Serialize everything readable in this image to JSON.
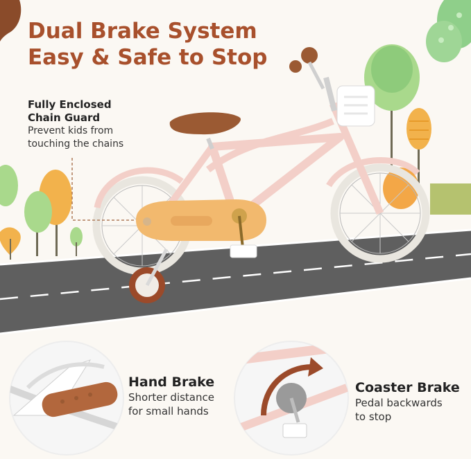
{
  "headline": {
    "line1": "Dual Brake System",
    "line2": "Easy & Safe to Stop",
    "color": "#a8502c"
  },
  "chain_guard": {
    "title_line1": "Fully Enclosed",
    "title_line2": "Chain Guard",
    "desc_line1": "Prevent kids from",
    "desc_line2": "touching the chains"
  },
  "hand_brake": {
    "title": "Hand Brake",
    "desc_line1": "Shorter distance",
    "desc_line2": "for small hands"
  },
  "coaster_brake": {
    "title": "Coaster Brake",
    "desc_line1": "Pedal backwards",
    "desc_line2": "to stop"
  },
  "colors": {
    "bike_frame": "#f3cfc8",
    "chain_guard": "#f2b96e",
    "saddle": "#9b5a33",
    "road": "#5f5f5f",
    "tires": "#e9e6df"
  }
}
